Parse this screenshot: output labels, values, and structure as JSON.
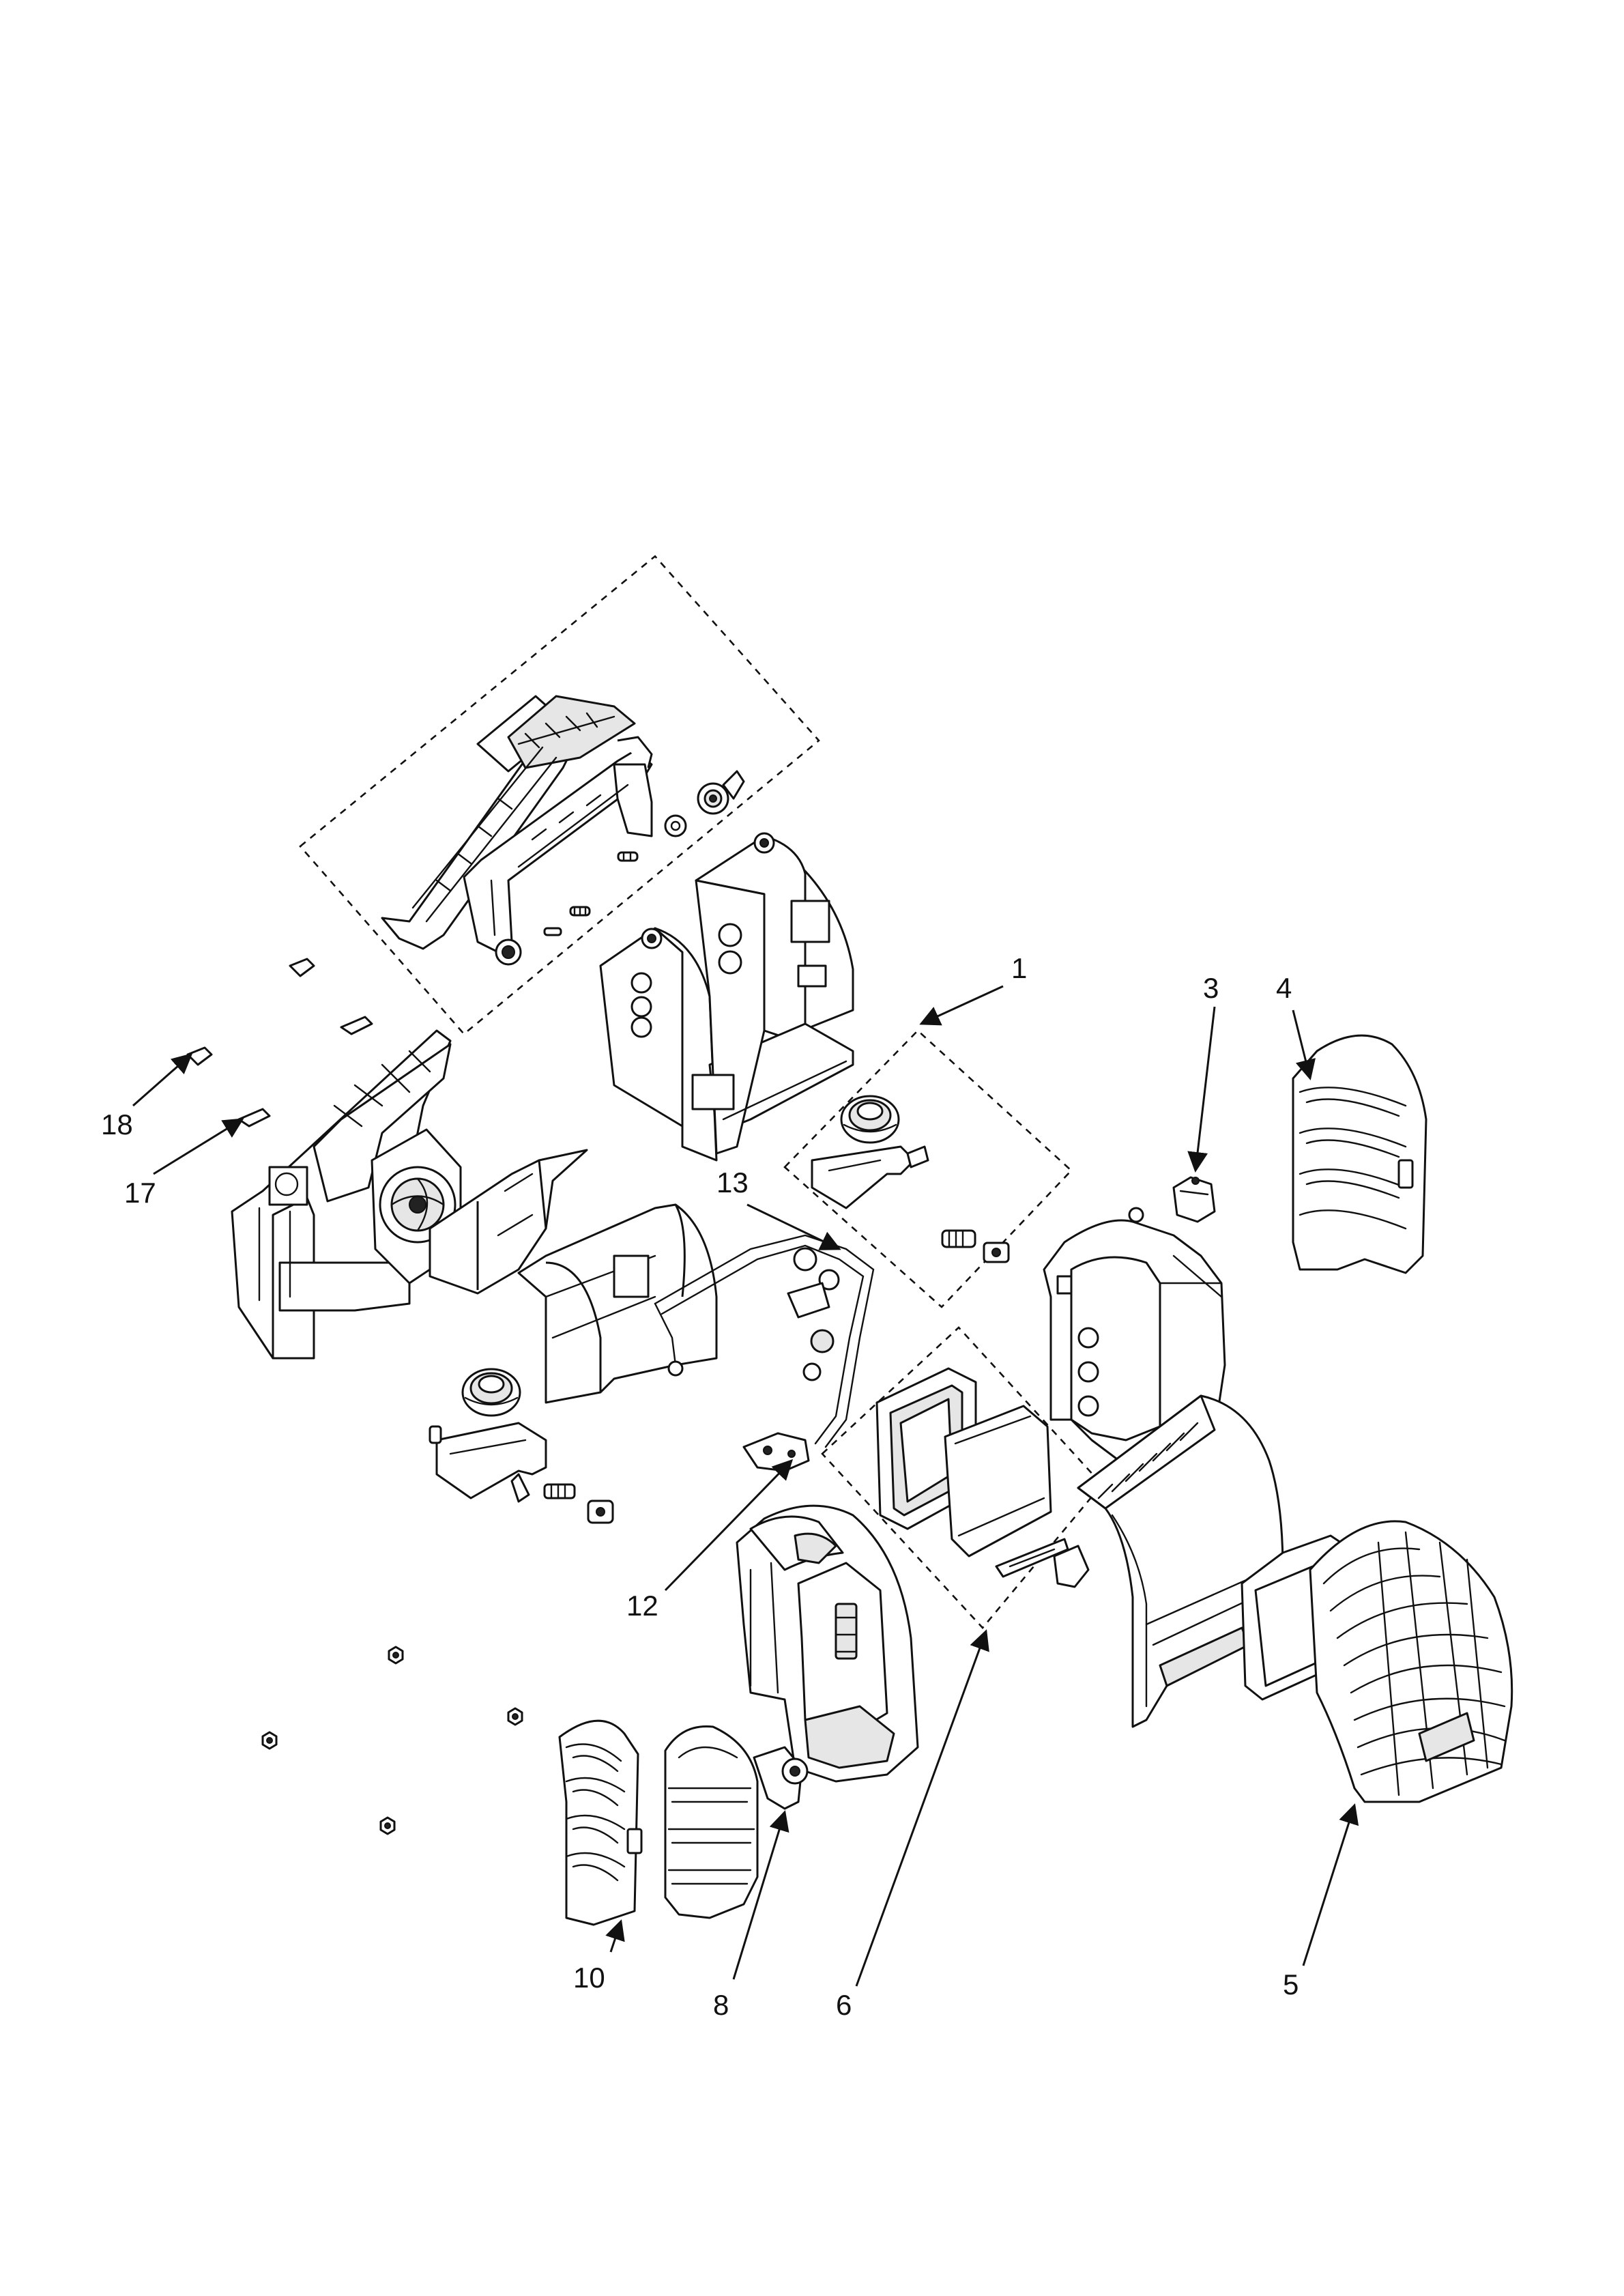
{
  "callouts": [
    {
      "id": "1",
      "text": "1"
    },
    {
      "id": "3",
      "text": "3"
    },
    {
      "id": "4",
      "text": "4"
    },
    {
      "id": "5",
      "text": "5"
    },
    {
      "id": "6",
      "text": "6"
    },
    {
      "id": "8",
      "text": "8"
    },
    {
      "id": "10",
      "text": "10"
    },
    {
      "id": "12",
      "text": "12"
    },
    {
      "id": "13",
      "text": "13"
    },
    {
      "id": "17",
      "text": "17"
    },
    {
      "id": "18",
      "text": "18"
    }
  ]
}
